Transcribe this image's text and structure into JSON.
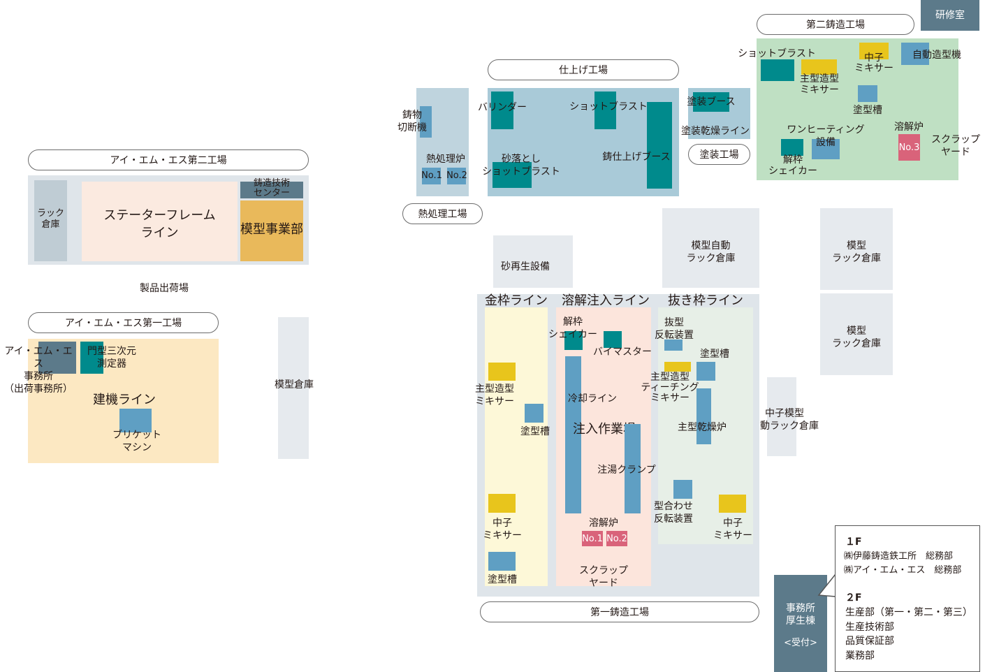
{
  "buildings": {
    "ims2": {
      "title": "アイ・エム・エス第二工場",
      "rack": "ラック\n倉庫",
      "stator": "ステーターフレーム\nライン",
      "tech_center": "鋳造技術\nセンター",
      "pattern_dept": "模型事業部"
    },
    "shipping": "製品出荷場",
    "ims1": {
      "title": "アイ・エム・エス第一工場",
      "office": "アイ・エム・エス\n事務所\n（出荷事務所）",
      "measure": "門型三次元\n測定器",
      "line": "建機ライン",
      "briquette": "ブリケット\nマシン"
    },
    "pattern_warehouse": "模型倉庫",
    "heat": {
      "title": "熱処理工場",
      "cutter": "鋳物\n切断機",
      "furnace": "熱処理炉",
      "no1": "No.1",
      "no2": "No.2"
    },
    "finish": {
      "title": "仕上げ工場",
      "burr": "バリンダー",
      "shot": "ショットブラスト",
      "sand_shot": "砂落とし\nショットブラスト",
      "booth": "鋳仕上げブース"
    },
    "paint": {
      "title": "塗装工場",
      "booth": "塗装ブース",
      "dry": "塗装乾燥ライン"
    },
    "foundry2": {
      "title": "第二鋳造工場",
      "lab": "研修室",
      "shot": "ショットブラスト",
      "core_mixer": "中子\nミキサー",
      "auto_molder": "自動造型機",
      "main_mixer": "主型造型\nミキサー",
      "coat_tank": "塗型槽",
      "one_heating": "ワンヒーティング\n設備",
      "melt": "溶解炉",
      "no3": "No.3",
      "scrap": "スクラップ\nヤード",
      "shaker": "解枠\nシェイカー"
    },
    "sand": "砂再生設備",
    "auto_rack1": "模型自動\nラック倉庫",
    "rack_a": "模型\nラック倉庫",
    "rack_b": "模型\nラック倉庫",
    "core_rack": "中子模型\n自動ラック倉庫",
    "foundry1": {
      "title": "第一鋳造工場",
      "kanawaku": "金枠ライン",
      "pour_line": "溶解注入ライン",
      "nuki": "抜き枠ライン",
      "main_mixer": "主型造型\nミキサー",
      "coat1": "塗型槽",
      "core_mixer": "中子\nミキサー",
      "coat2": "塗型槽",
      "shaker": "解枠\nシェイカー",
      "vibra": "バイマスター",
      "cooling": "冷却ライン",
      "pour_area": "注入作業場",
      "ladle": "注湯クランプ",
      "melt": "溶解炉",
      "no1": "No.1",
      "no2": "No.2",
      "scrap": "スクラップ\nヤード",
      "flip": "抜型\n反転装置",
      "coat3": "塗型槽",
      "teaching": "主型造型\nティーチング\nミキサー",
      "dryer": "主型乾燥炉",
      "match": "型合わせ\n反転装置",
      "core_mixer2": "中子\nミキサー"
    },
    "office": {
      "label": "事務所\n厚生棟",
      "reception": "<受付>"
    }
  },
  "info": {
    "floor1": "１F",
    "f1_lines": [
      "㈱伊藤鋳造鉄工所　総務部",
      "㈱アイ・エム・エス　総務部"
    ],
    "floor2": "２F",
    "f2_lines": [
      "生産部（第一・第二・第三）",
      "生産技術部",
      "品質保証部",
      "業務部"
    ]
  },
  "colors": {
    "teal": "#008a8c",
    "blue": "#5f9fc3",
    "yellow": "#e8c51c",
    "pink": "#d9637a",
    "slate": "#5c7a8a"
  }
}
